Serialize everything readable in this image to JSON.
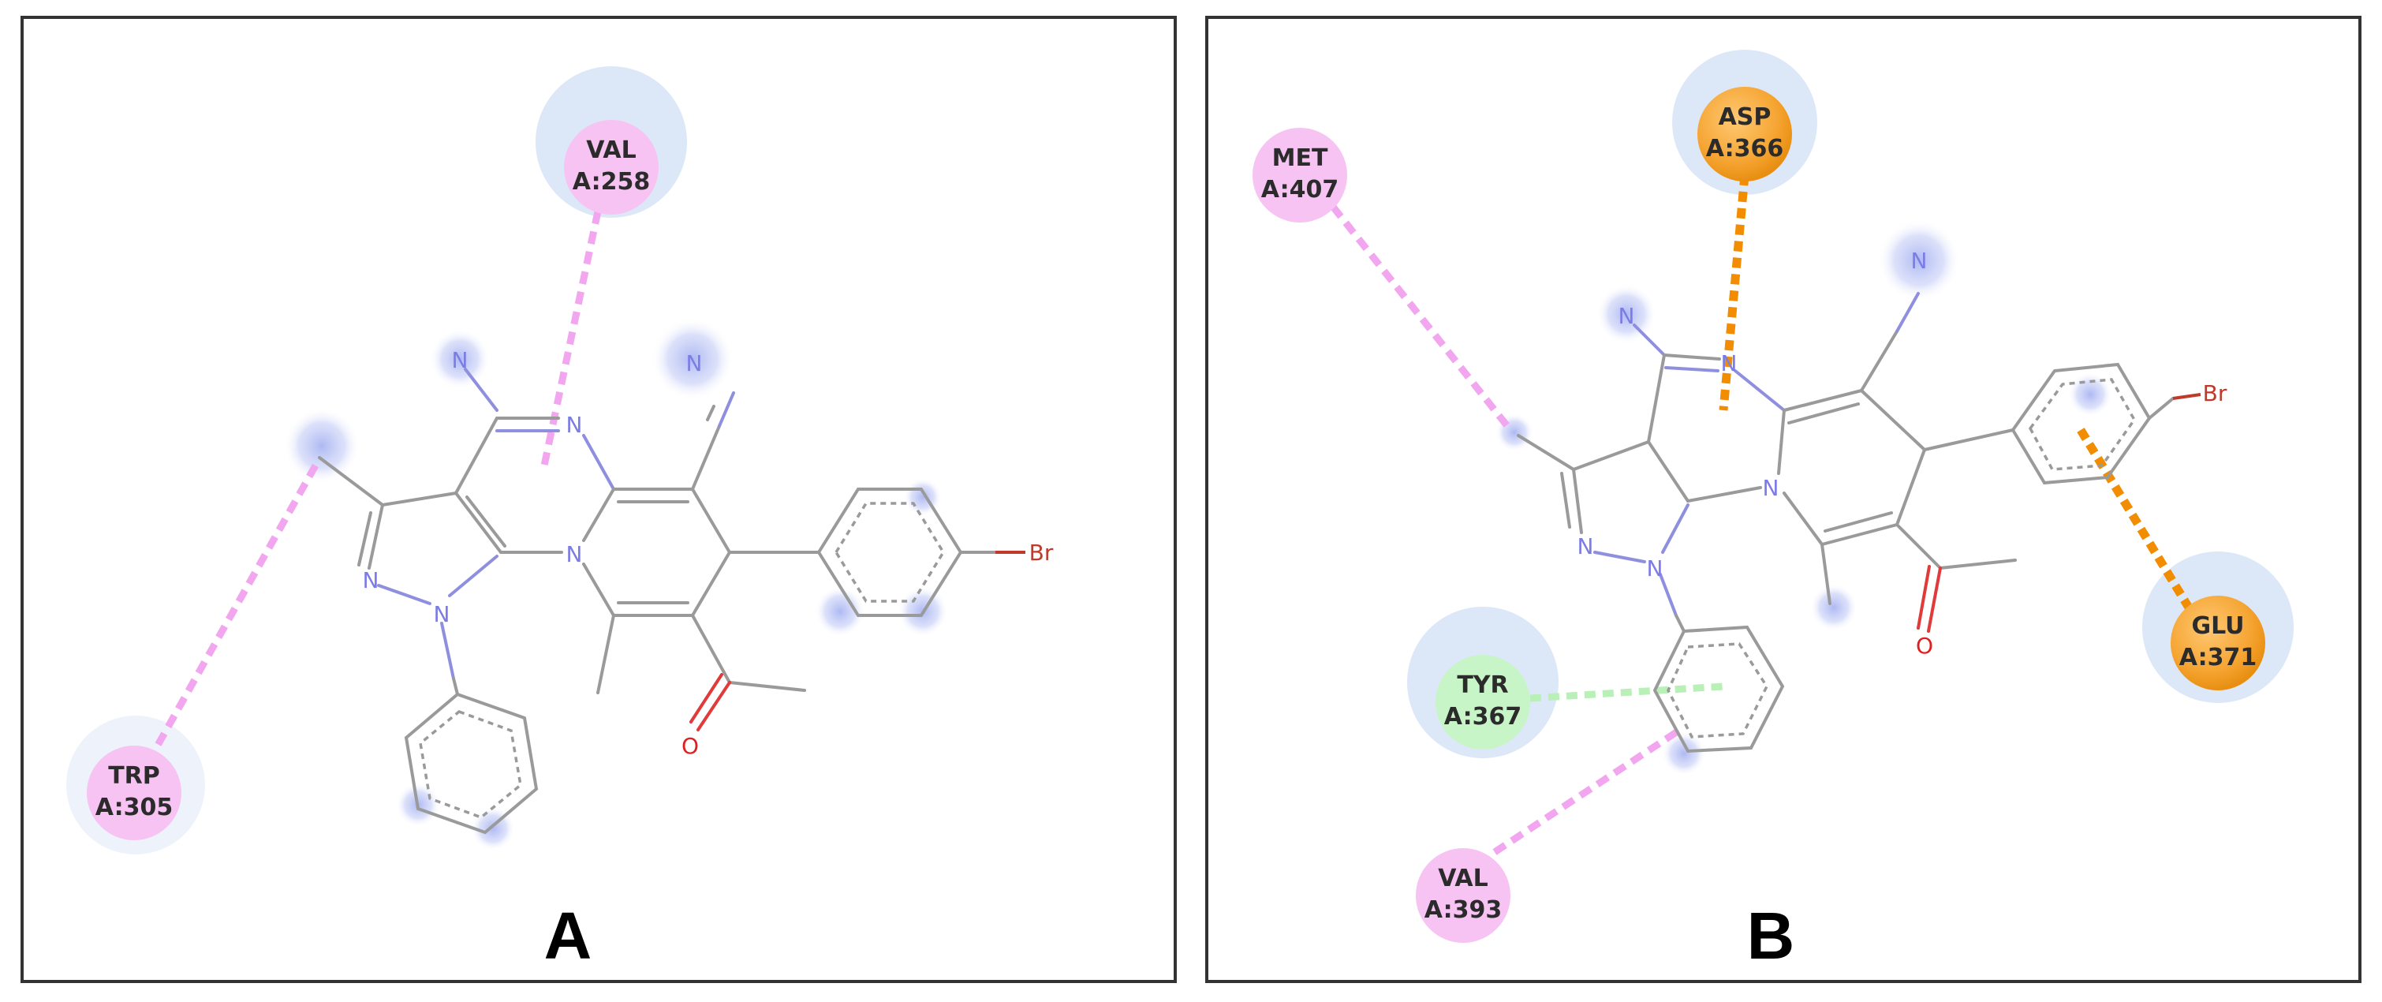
{
  "panels": [
    {
      "label": "A",
      "atoms": {
        "n_amine": "N",
        "n_imine": "N",
        "n_nitrile": "N",
        "n_pyrazole2": "N",
        "n_pyrazole1": "N",
        "n_bridge": "N",
        "o_carbonyl": "O",
        "br": "Br"
      },
      "residues": [
        {
          "name": "VAL",
          "id": "A:258",
          "type": "pi-alkyl",
          "color": "#f7c3f3"
        },
        {
          "name": "TRP",
          "id": "A:305",
          "type": "pi-alkyl",
          "color": "#f7c3f3"
        }
      ]
    },
    {
      "label": "B",
      "atoms": {
        "n_amine": "N",
        "n_imine": "N",
        "n_nitrile": "N",
        "n_pyrazole2": "N",
        "n_pyrazole1": "N",
        "n_bridge": "N",
        "o_carbonyl": "O",
        "br": "Br"
      },
      "residues": [
        {
          "name": "ASP",
          "id": "A:366",
          "type": "pi-anion",
          "color": "#f5a431"
        },
        {
          "name": "MET",
          "id": "A:407",
          "type": "pi-alkyl",
          "color": "#f7c3f3"
        },
        {
          "name": "TYR",
          "id": "A:367",
          "type": "van-der-waals",
          "color": "#c8f5c8"
        },
        {
          "name": "VAL",
          "id": "A:393",
          "type": "pi-alkyl",
          "color": "#f7c3f3"
        },
        {
          "name": "GLU",
          "id": "A:371",
          "type": "pi-anion",
          "color": "#f5a431"
        }
      ]
    }
  ],
  "colors": {
    "pink_interaction": "#f2a6ef",
    "orange_interaction": "#f28c00",
    "green_interaction": "#b8f0b8",
    "halo": "#dde9f8",
    "n_glow": "#b9c4f4"
  }
}
